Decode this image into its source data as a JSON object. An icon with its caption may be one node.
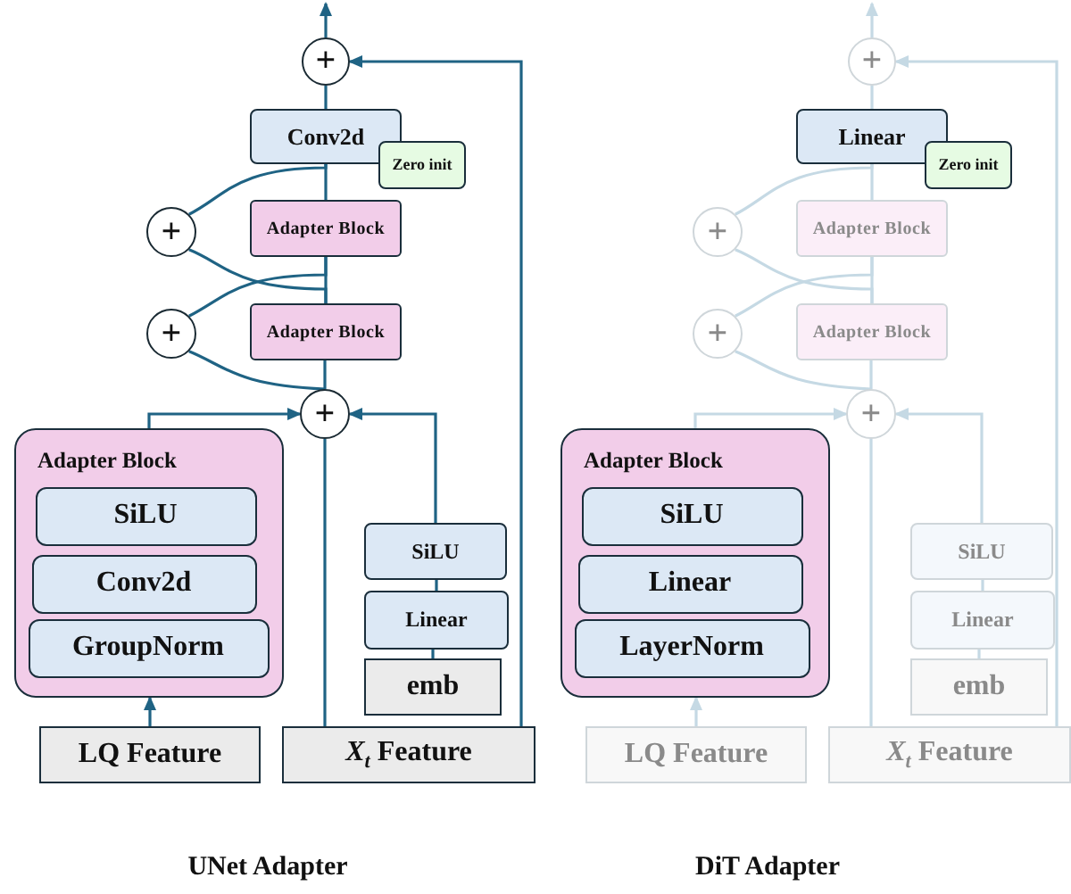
{
  "diagram": {
    "nodes": [
      {
        "text": [
          "+"
        ]
      },
      {
        "text": [
          "Conv2d"
        ]
      },
      {
        "text": [
          "Zero init"
        ]
      },
      {
        "text": [
          "+"
        ]
      },
      {
        "text": [
          "Adapter Block"
        ]
      },
      {
        "text": [
          "+"
        ]
      },
      {
        "text": [
          "Adapter Block"
        ]
      },
      {
        "text": [
          "+"
        ]
      },
      {
        "text": [
          "Adapter Block"
        ]
      },
      {
        "text": [
          "SiLU"
        ],
        "in": 8
      },
      {
        "text": [
          "Conv2d"
        ],
        "in": 8
      },
      {
        "text": [
          "GroupNorm"
        ],
        "in": 8
      },
      {
        "text": [
          "SiLU"
        ]
      },
      {
        "text": [
          "Linear"
        ]
      },
      {
        "text": [
          "emb"
        ]
      },
      {
        "text": [
          "LQ Feature"
        ]
      },
      {
        "text": [
          "*X*$_{t}$ Feature"
        ]
      },
      {
        "text": [
          "+"
        ]
      },
      {
        "text": [
          "Linear"
        ]
      },
      {
        "text": [
          "Zero init"
        ]
      },
      {
        "text": [
          "+"
        ]
      },
      {
        "text": [
          "Adapter Block"
        ]
      },
      {
        "text": [
          "+"
        ]
      },
      {
        "text": [
          "Adapter Block"
        ]
      },
      {
        "text": [
          "+"
        ]
      },
      {
        "text": [
          "Adapter Block"
        ]
      },
      {
        "text": [
          "SiLU"
        ],
        "in": 25
      },
      {
        "text": [
          "Linear"
        ],
        "in": 25
      },
      {
        "text": [
          "LayerNorm"
        ],
        "in": 25
      },
      {
        "text": [
          "SiLU"
        ]
      },
      {
        "text": [
          "Linear"
        ]
      },
      {
        "text": [
          "emb"
        ]
      },
      {
        "text": [
          "LQ Feature"
        ]
      },
      {
        "text": [
          "*X*$_{t}$ Feature"
        ]
      }
    ],
    "edges": [
      {
        "from": 0,
        "to": null,
        "arrow": "to"
      },
      {
        "from": 16,
        "to": 0,
        "arrow": "to"
      },
      {
        "from": 1,
        "to": 0,
        "arrow": "none"
      },
      {
        "from": 4,
        "to": 1,
        "arrow": "none"
      },
      {
        "from": 6,
        "to": 4,
        "arrow": "none"
      },
      {
        "from": 7,
        "to": 6,
        "arrow": "none"
      },
      {
        "from": 7,
        "to": 5,
        "arrow": "none"
      },
      {
        "from": 5,
        "to": 4,
        "arrow": "none"
      },
      {
        "from": 6,
        "to": 3,
        "arrow": "none"
      },
      {
        "from": 3,
        "to": 1,
        "arrow": "none"
      },
      {
        "from": 8,
        "to": 7,
        "arrow": "to"
      },
      {
        "from": 12,
        "to": 7,
        "arrow": "to"
      },
      {
        "from": 16,
        "to": 7,
        "arrow": "none"
      },
      {
        "from": 15,
        "to": 8,
        "arrow": "to"
      },
      {
        "from": 14,
        "to": 13,
        "arrow": "none"
      },
      {
        "from": 13,
        "to": 12,
        "arrow": "none"
      },
      {
        "from": 17,
        "to": null,
        "arrow": "to",
        "color": "#c5d9e4"
      },
      {
        "from": 33,
        "to": 17,
        "arrow": "to",
        "color": "#c5d9e4"
      },
      {
        "from": 18,
        "to": 17,
        "arrow": "none",
        "color": "#c5d9e4"
      },
      {
        "from": 21,
        "to": 18,
        "arrow": "none",
        "color": "#c5d9e4"
      },
      {
        "from": 23,
        "to": 21,
        "arrow": "none",
        "color": "#c5d9e4"
      },
      {
        "from": 24,
        "to": 23,
        "arrow": "none",
        "color": "#c5d9e4"
      },
      {
        "from": 24,
        "to": 22,
        "arrow": "none",
        "color": "#c5d9e4"
      },
      {
        "from": 22,
        "to": 21,
        "arrow": "none",
        "color": "#c5d9e4"
      },
      {
        "from": 23,
        "to": 20,
        "arrow": "none",
        "color": "#c5d9e4"
      },
      {
        "from": 20,
        "to": 18,
        "arrow": "none",
        "color": "#c5d9e4"
      },
      {
        "from": 25,
        "to": 24,
        "arrow": "to",
        "color": "#c5d9e4"
      },
      {
        "from": 29,
        "to": 24,
        "arrow": "to",
        "color": "#c5d9e4"
      },
      {
        "from": 33,
        "to": 24,
        "arrow": "none",
        "color": "#c5d9e4"
      },
      {
        "from": 32,
        "to": 25,
        "arrow": "to",
        "color": "#c5d9e4"
      },
      {
        "from": 31,
        "to": 30,
        "arrow": "none",
        "color": "#c5d9e4"
      },
      {
        "from": 30,
        "to": 29,
        "arrow": "none",
        "color": "#c5d9e4"
      }
    ],
    "labels": [
      "UNet Adapter",
      "DiT Adapter"
    ]
  }
}
